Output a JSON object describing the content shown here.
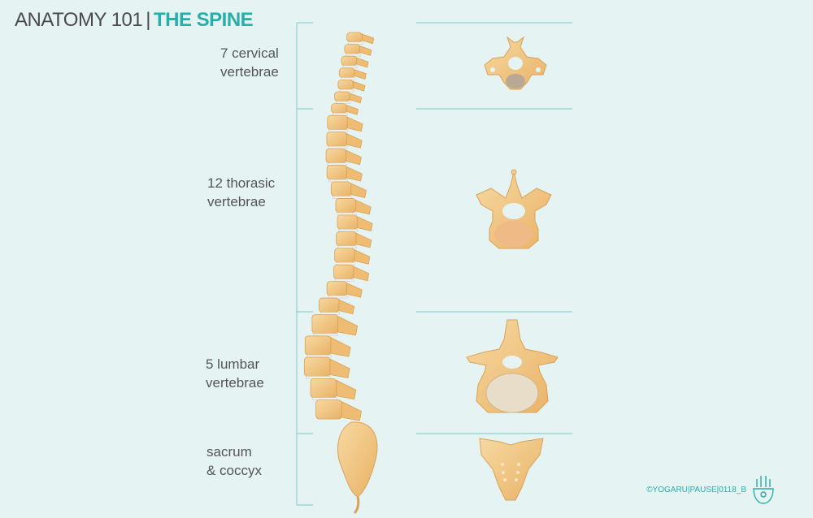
{
  "title": {
    "part1": "ANATOMY 101",
    "separator": "|",
    "part2": "THE SPINE"
  },
  "regions": [
    {
      "line1": "7 cervical",
      "line2": "vertebrae"
    },
    {
      "line1": "12 thorasic",
      "line2": "vertebrae"
    },
    {
      "line1": "5 lumbar",
      "line2": "vertebrae"
    },
    {
      "line1": "sacrum",
      "line2": "& coccyx"
    }
  ],
  "credit": "©YOGARU|PAUSE|0118_B",
  "colors": {
    "accent": "#27aea8",
    "bone": "#f0c27c",
    "background": "#e6f3f3"
  },
  "icons": {
    "logo": "hamsa-hand-icon"
  }
}
